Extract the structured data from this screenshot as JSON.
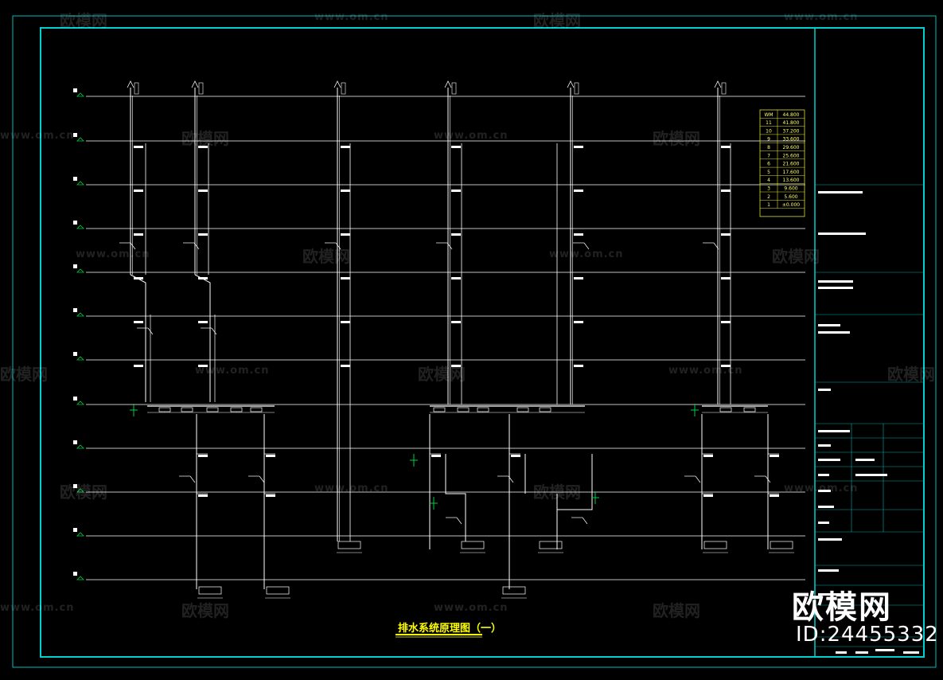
{
  "drawing": {
    "title": "排水系统原理图（一）",
    "colors": {
      "background": "#000000",
      "frame": "#00cccc",
      "line": "#ffffff",
      "accent": "#00cc44",
      "title": "#ffff00",
      "table": "#dddd33"
    },
    "level_table": {
      "rows": [
        "44.800",
        "41.800",
        "37.200",
        "33.600",
        "29.600",
        "25.600",
        "21.600",
        "17.600",
        "13.600",
        "9.600",
        "5.600",
        "±0.000"
      ],
      "floors": [
        "WM",
        "11",
        "10",
        "9",
        "8",
        "7",
        "6",
        "5",
        "4",
        "3",
        "2",
        "1"
      ]
    }
  },
  "watermark": {
    "brand": "欧模网",
    "url": "www.om.cn",
    "badge_brand": "欧模网",
    "badge_id": "ID:24455332"
  }
}
